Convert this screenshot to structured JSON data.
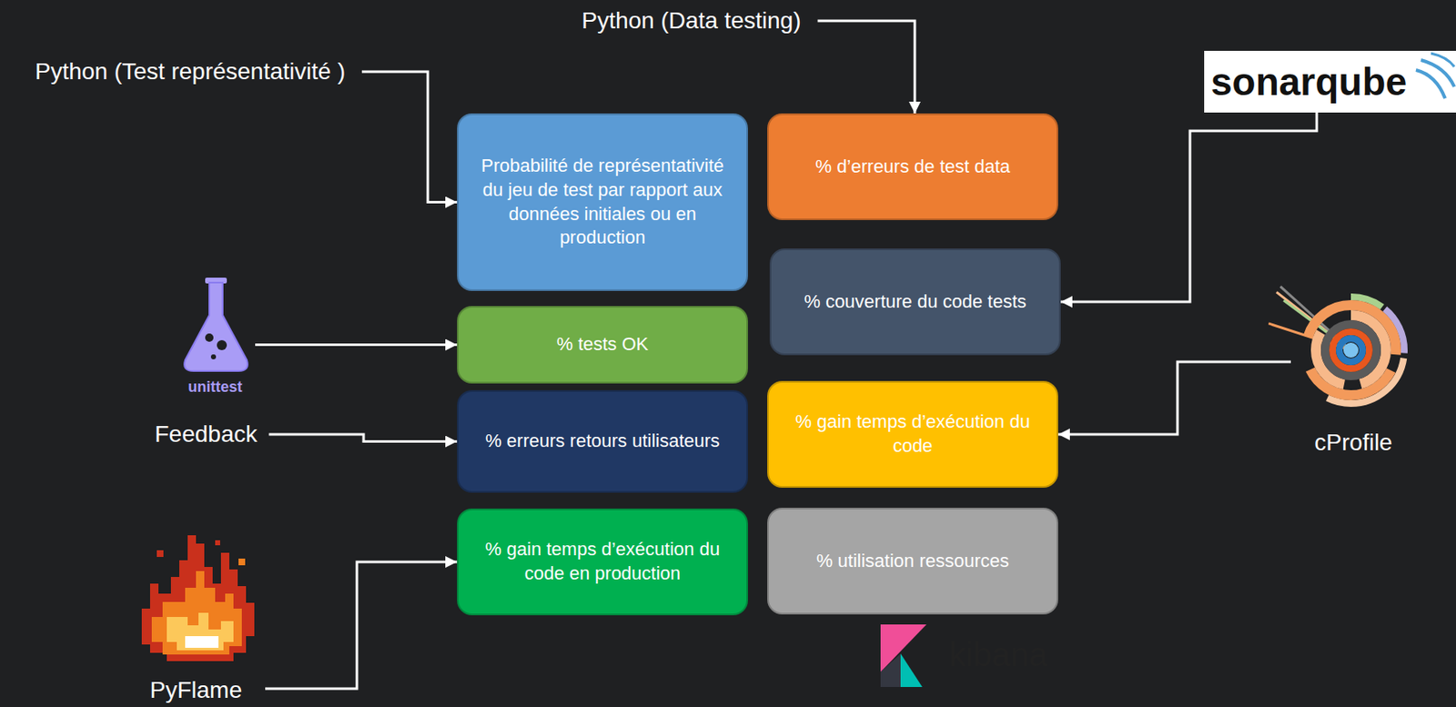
{
  "diagram": {
    "nodes": [
      {
        "text": [
          "Python (Data testing)"
        ]
      },
      {
        "text": [
          "Python (Test représentativité )"
        ]
      },
      {
        "text": [
          "sonarqube"
        ]
      },
      {
        "text": [
          "kibana"
        ]
      },
      {
        "text": [
          "Probabilité de représentativité du jeu de test par rapport aux données initiales ou en production"
        ],
        "in": 3
      },
      {
        "text": [
          "% d’erreurs de test data"
        ],
        "in": 3
      },
      {
        "text": [
          "% couverture du code tests"
        ],
        "in": 3
      },
      {
        "text": [
          "% tests OK"
        ],
        "in": 3
      },
      {
        "text": [
          "% erreurs retours utilisateurs"
        ],
        "in": 3
      },
      {
        "text": [
          "% gain temps d’exécution du code"
        ],
        "in": 3
      },
      {
        "text": [
          "% gain temps d’exécution du code en production"
        ],
        "in": 3
      },
      {
        "text": [
          "% utilisation ressources"
        ],
        "in": 3
      },
      {
        "text": [
          "unittest"
        ]
      },
      {
        "text": [
          "Feedback"
        ]
      },
      {
        "text": [
          "cProfile"
        ]
      },
      {
        "text": [
          "PyFlame"
        ]
      }
    ],
    "edges": [
      {
        "from": 0,
        "to": 5,
        "arrow": "to"
      },
      {
        "from": 1,
        "to": 4,
        "arrow": "to"
      },
      {
        "from": 2,
        "to": 6,
        "arrow": "to"
      },
      {
        "from": 12,
        "to": 7,
        "arrow": "to"
      },
      {
        "from": 13,
        "to": 8,
        "arrow": "to"
      },
      {
        "from": 14,
        "to": 9,
        "arrow": "to"
      },
      {
        "from": 15,
        "to": 10,
        "arrow": "to"
      }
    ]
  }
}
